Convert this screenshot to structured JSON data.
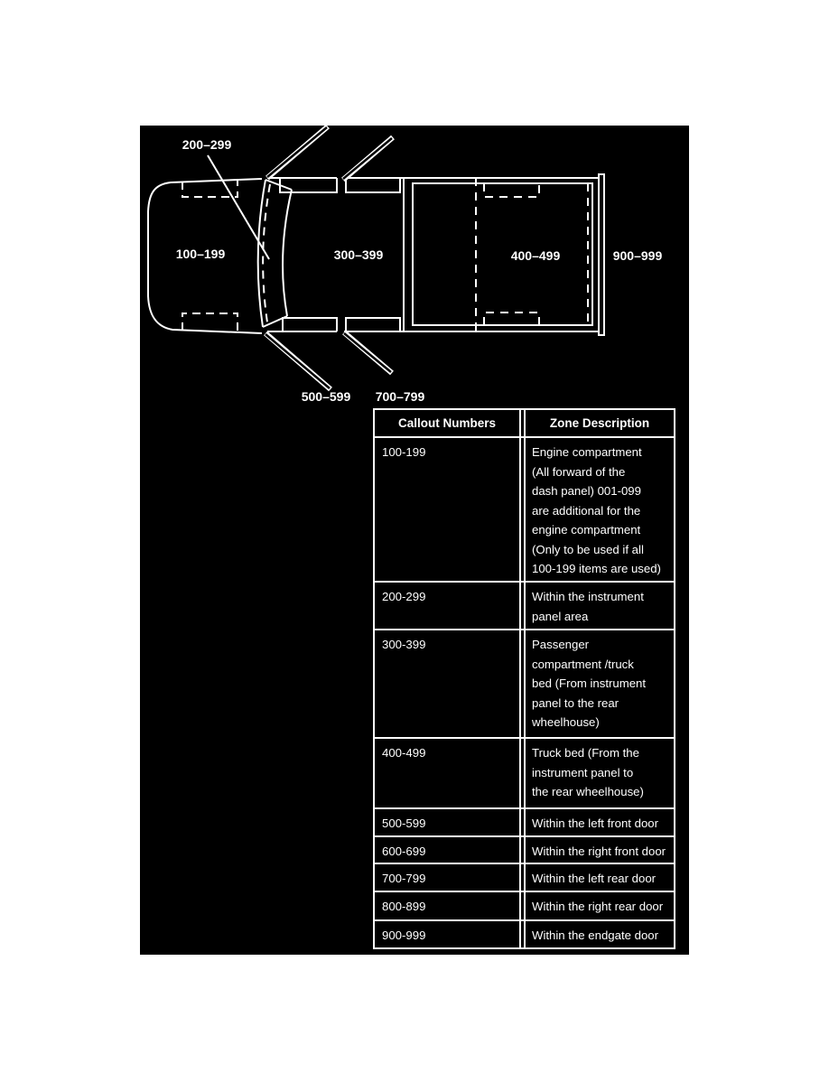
{
  "diagram": {
    "colors": {
      "background": "#000000",
      "line": "#ffffff"
    },
    "labels": {
      "zone_200": "200–299",
      "zone_100": "100–199",
      "zone_300": "300–399",
      "zone_400": "400–499",
      "zone_900": "900–999",
      "zone_500": "500–599",
      "zone_700": "700–799"
    }
  },
  "table": {
    "headers": [
      "Callout Numbers",
      "Zone Description"
    ],
    "rows": [
      {
        "callout": "100-199",
        "description": "Engine compartment\n(All forward of the\ndash panel) 001-099\nare additional for the\nengine compartment\n(Only to be used if all\n100-199 items are used)"
      },
      {
        "callout": "200-299",
        "description": "Within the instrument\npanel area"
      },
      {
        "callout": "300-399",
        "description": "Passenger\ncompartment /truck\nbed (From instrument\npanel to the rear\nwheelhouse)"
      },
      {
        "callout": "400-499",
        "description": "Truck bed (From the\ninstrument panel to\nthe rear wheelhouse)"
      },
      {
        "callout": "500-599",
        "description": "Within the left front door"
      },
      {
        "callout": "600-699",
        "description": "Within the right front door"
      },
      {
        "callout": "700-799",
        "description": "Within the left rear door"
      },
      {
        "callout": "800-899",
        "description": "Within the right rear door"
      },
      {
        "callout": "900-999",
        "description": "Within the endgate door"
      }
    ]
  }
}
